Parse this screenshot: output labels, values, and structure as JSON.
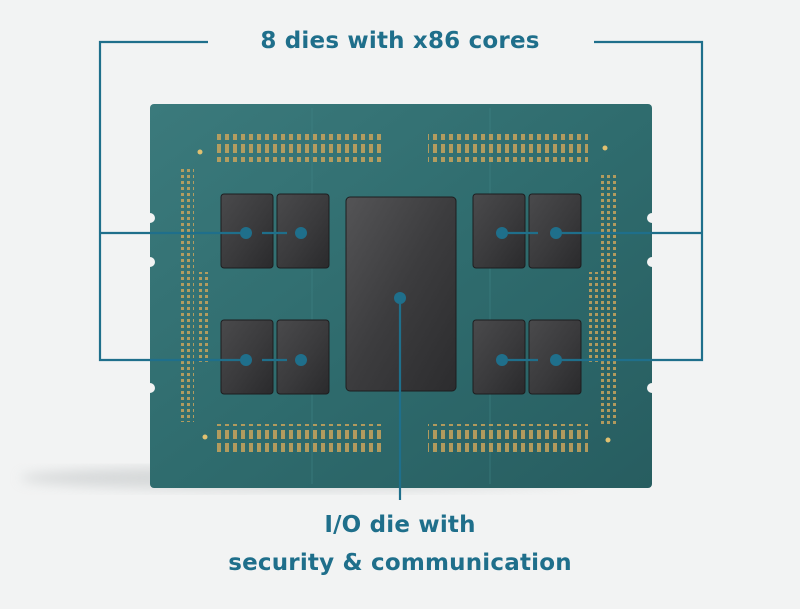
{
  "labels": {
    "core_dies": "8 dies with x86 cores",
    "io_die_line1": "I/O die with",
    "io_die_line2": "security & communication"
  },
  "colors": {
    "background": "#f2f3f3",
    "accent": "#1f6f8b",
    "substrate": "#2f6c6e",
    "die": "#3a3a3c",
    "pad": "#c9a45c"
  },
  "components": {
    "core_dies": 8,
    "io_dies": 1
  }
}
